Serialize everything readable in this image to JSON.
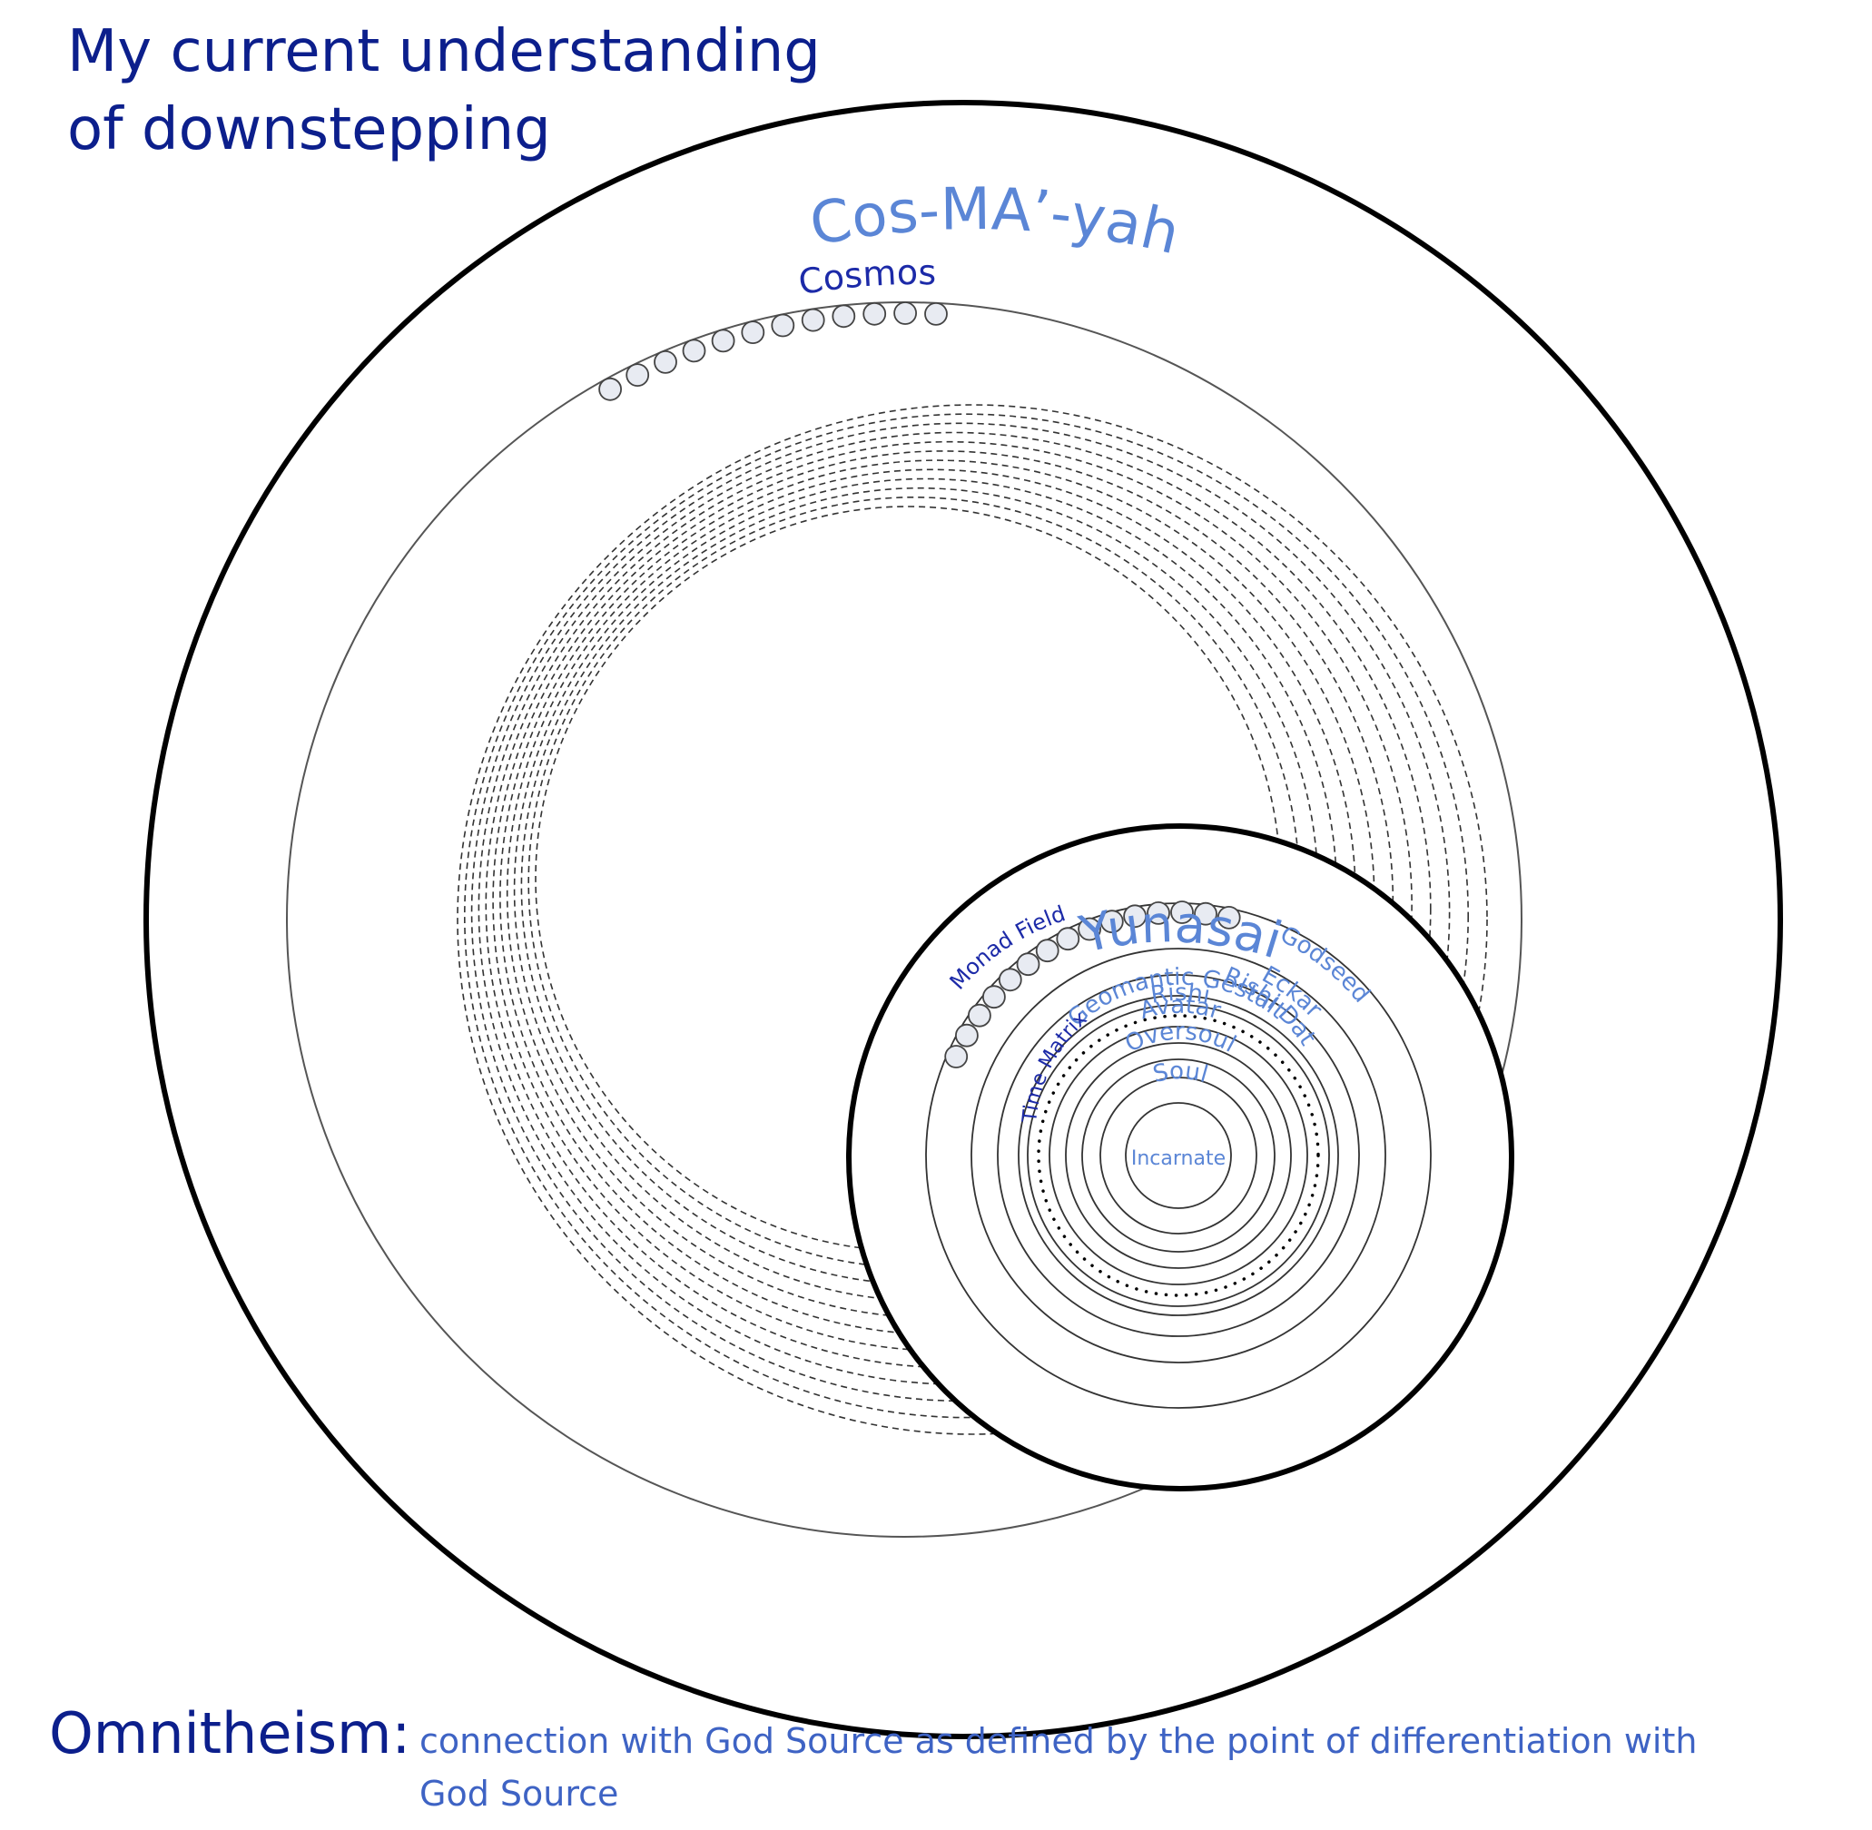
{
  "header": {
    "title_line1": "My current understanding",
    "title_line2": "of downstepping"
  },
  "diagram": {
    "cosmaya_label": "Cos-MA’-yah",
    "cosmos_label": "Cosmos",
    "yunasai_label": "Yunasai",
    "monad_field_label": "Monad Field",
    "godseed_label": "Godseed",
    "eckar_label": "Eckar",
    "rishi_dat_label": "Rishi Dat",
    "geomantic_gestalt_label": "Geomantic Gestalt",
    "rishi_label": "Rishi",
    "avatar_label": "Avatar",
    "oversoul_label": "Oversoul",
    "soul_label": "Soul",
    "time_matrix_label": "Time Matrix",
    "incarnate_label": "Incarnate"
  },
  "footer": {
    "term": "Omnitheism:",
    "definition": "connection with God Source as defined by the point of differentiation with God Source"
  },
  "colors": {
    "dark_blue": "#0c1f8c",
    "mid_blue": "#3e63c4",
    "light_blue": "#5b86d6",
    "line": "#000000",
    "bead_fill": "#e8ebf2"
  }
}
